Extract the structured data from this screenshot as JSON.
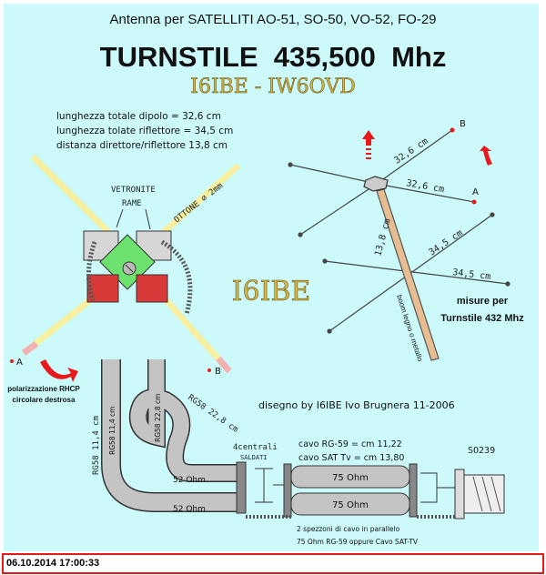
{
  "header": {
    "subtitle": "Antenna per SATELLITI AO-51, SO-50, VO-52, FO-29",
    "title": "TURNSTILE  435,500  Mhz",
    "callsigns": "I6IBE - IW6OVD"
  },
  "specs": [
    "lunghezza totale dipolo = 32,6 cm",
    "lunghezza tolate riflettore = 34,5 cm",
    "distanza direttore/riflettore 13,8 cm"
  ],
  "left_detail": {
    "vetronite": "VETRONITE",
    "rame": "RAME",
    "ottone": "OTTONE ∅ 2mm",
    "point_a": "A",
    "point_b": "B",
    "polarization_1": "polarizzazione RHCP",
    "polarization_2": "circolare destrosa"
  },
  "logo": "I6IBE",
  "right_antenna": {
    "point_a": "A",
    "point_b": "B",
    "dipole_1": "32,6 cm",
    "dipole_2": "32,6 cm",
    "spacing": "13,8 cm",
    "reflector_1": "34,5 cm",
    "reflector_2": "34,5 cm",
    "boom": "boom legno o metallo",
    "caption_1": "misure per",
    "caption_2": "Turnstile 432 Mhz"
  },
  "credit": "disegno by I6IBE Ivo Brugnera 11-2006",
  "cables": {
    "rg58_long_side": "RG58 11,4 cm",
    "rg58_long_inner": "RG58  11,4 cm",
    "rg58_short_inner": "RG58  22,8 cm",
    "rg58_short_side": "RG58 22,8 cm",
    "ohm52_a": "52 Ohm",
    "ohm52_b": "52 Ohm",
    "ohm75_a": "75 Ohm",
    "ohm75_b": "75 Ohm",
    "soldered_1": "4centrali",
    "soldered_2": "SALDATI",
    "rg59_length": "cavo RG-59 = cm 11,22",
    "sat_length": "cavo SAT Tv = cm 13,80",
    "connector": "SO239",
    "note_1": "2 spezzoni di cavo in parallelo",
    "note_2": "75 Ohm RG-59 oppure Cavo SAT-TV"
  },
  "footer": {
    "timestamp": "06.10.2014 17:00:33"
  },
  "colors": {
    "background": "#ccfafb",
    "accent_red": "#e8191b",
    "gold": "#d7b94a",
    "green": "#6ee26e"
  }
}
